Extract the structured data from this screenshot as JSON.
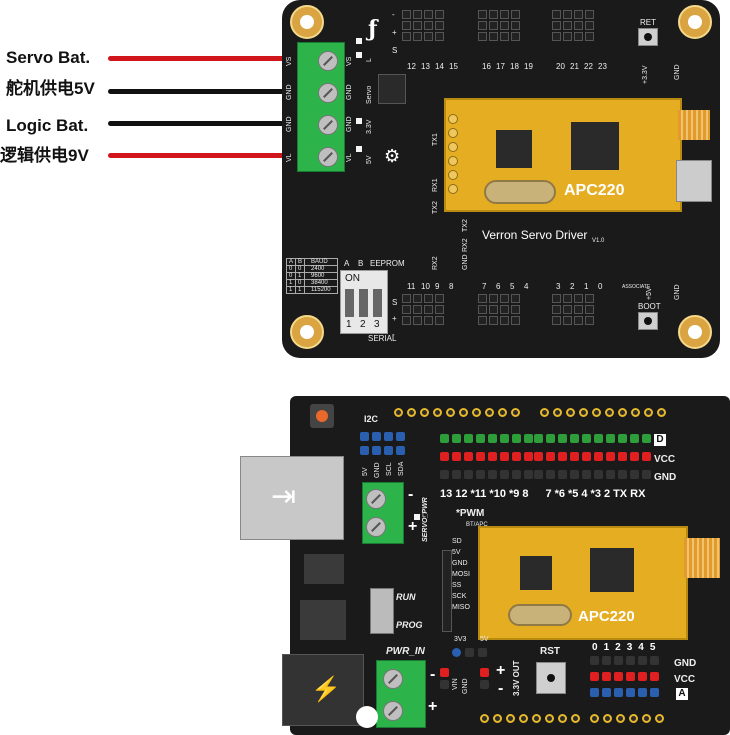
{
  "labels": {
    "servo_bat": "Servo Bat.",
    "servo_bat_cn": "舵机供电5V",
    "logic_bat": "Logic Bat.",
    "logic_bat_cn": "逻辑供电9V"
  },
  "top_board": {
    "module_label": "APC220",
    "board_name": "Verron Servo Driver",
    "version": "V1.0",
    "ret_label": "RET",
    "boot_label": "BOOT",
    "eeprom_label": "EEPROM",
    "on_label": "ON",
    "serial_label": "SERIAL",
    "associate_label": "ASSOCIATE",
    "switch_a": "A",
    "switch_b": "B",
    "switch_numbers": [
      "1",
      "2",
      "3"
    ],
    "terminal_labels": [
      "VS",
      "GND",
      "GND",
      "VL"
    ],
    "terminal_labels_right": [
      "VS",
      "GND",
      "GND",
      "VL"
    ],
    "side_labels": [
      "L",
      "Servo",
      "3.3V",
      "5V"
    ],
    "tx_rx": [
      "TX1",
      "RX1",
      "TX2",
      "RX2"
    ],
    "tx2_rx2": [
      "TX2",
      "RX2",
      "GND"
    ],
    "right_side": [
      "+3.3V",
      "GND",
      "+5V",
      "GND"
    ],
    "top_pin_numbers": [
      "12",
      "13",
      "14",
      "15",
      "16",
      "17",
      "18",
      "19",
      "20",
      "21",
      "22",
      "23"
    ],
    "bottom_pin_numbers": [
      "11",
      "10",
      "9",
      "8",
      "7",
      "6",
      "5",
      "4",
      "3",
      "2",
      "1",
      "0"
    ],
    "baud_table": {
      "headers": [
        "A",
        "B",
        "BAUD"
      ],
      "rows": [
        [
          "0",
          "0",
          "2400"
        ],
        [
          "0",
          "1",
          "9600"
        ],
        [
          "1",
          "0",
          "38400"
        ],
        [
          "1",
          "1",
          "115200"
        ]
      ]
    },
    "row_signs_top": [
      "-",
      "+",
      "S"
    ],
    "row_signs_bottom": [
      "S",
      "+",
      "-"
    ]
  },
  "bottom_board": {
    "module_label": "APC220",
    "i2c_label": "I2C",
    "i2c_pins": [
      "5V",
      "GND",
      "SCL",
      "SDA"
    ],
    "servo_pwr": "SERVO_PWR",
    "pwr_in": "PWR_IN",
    "run_label": "RUN",
    "prog_label": "PROG",
    "rst_label": "RST",
    "pwm_label": "*PWM",
    "bt_apc": "BT/APC",
    "led_label": "L",
    "digital_label": "D",
    "analog_label": "A",
    "vcc_label": "VCC",
    "gnd_label": "GND",
    "digital_pins": [
      "13",
      "12",
      "*11",
      "*10",
      "*9",
      "8",
      "7",
      "*6",
      "*5",
      "4",
      "*3",
      "2",
      "TX",
      "RX"
    ],
    "analog_pins": [
      "0",
      "1",
      "2",
      "3",
      "4",
      "5"
    ],
    "sd_pins": [
      "SD",
      "5V",
      "GND",
      "MOSI",
      "SS",
      "SCK",
      "MISO"
    ],
    "v_select": [
      "3V3",
      "5V"
    ],
    "out_label": "3.3V OUT",
    "vin_gnd": [
      "VIN",
      "GND"
    ],
    "minus": "-",
    "plus": "+"
  },
  "colors": {
    "red_wire": "#d0151b",
    "black_wire": "#111111",
    "board": "#1a1a1a",
    "terminal_green": "#2cb34a",
    "module_gold": "#e5ae22",
    "header_green": "#2e9e3a",
    "header_red": "#e02020",
    "header_blue": "#2a5fb0"
  }
}
